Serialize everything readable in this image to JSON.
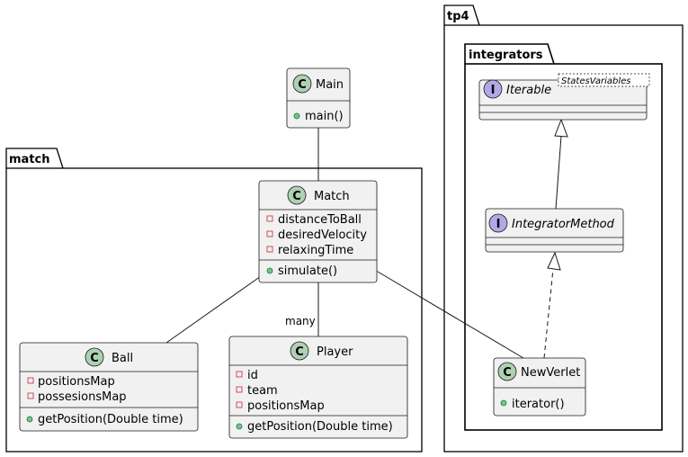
{
  "packages": {
    "tp4": "tp4",
    "integrators": "integrators",
    "match": "match"
  },
  "classes": {
    "main": {
      "kind": "C",
      "name": "Main",
      "methods": [
        "main()"
      ]
    },
    "match": {
      "kind": "C",
      "name": "Match",
      "fields": [
        "distanceToBall",
        "desiredVelocity",
        "relaxingTime"
      ],
      "methods": [
        "simulate()"
      ]
    },
    "ball": {
      "kind": "C",
      "name": "Ball",
      "fields": [
        "positionsMap",
        "possesionsMap"
      ],
      "methods": [
        "getPosition(Double time)"
      ]
    },
    "player": {
      "kind": "C",
      "name": "Player",
      "fields": [
        "id",
        "team",
        "positionsMap"
      ],
      "methods": [
        "getPosition(Double time)"
      ]
    },
    "iterable": {
      "kind": "I",
      "name": "Iterable",
      "generic": "StatesVariables"
    },
    "integrator_method": {
      "kind": "I",
      "name": "IntegratorMethod"
    },
    "new_verlet": {
      "kind": "C",
      "name": "NewVerlet",
      "methods": [
        "iterator()"
      ]
    }
  },
  "relations": {
    "match_player_multiplicity": "many"
  },
  "colors": {
    "class_fill": "#f1f1f1",
    "class_border": "#181818",
    "circle_class": "#add1b2",
    "circle_interface": "#b4a7e5",
    "line": "#181818"
  }
}
